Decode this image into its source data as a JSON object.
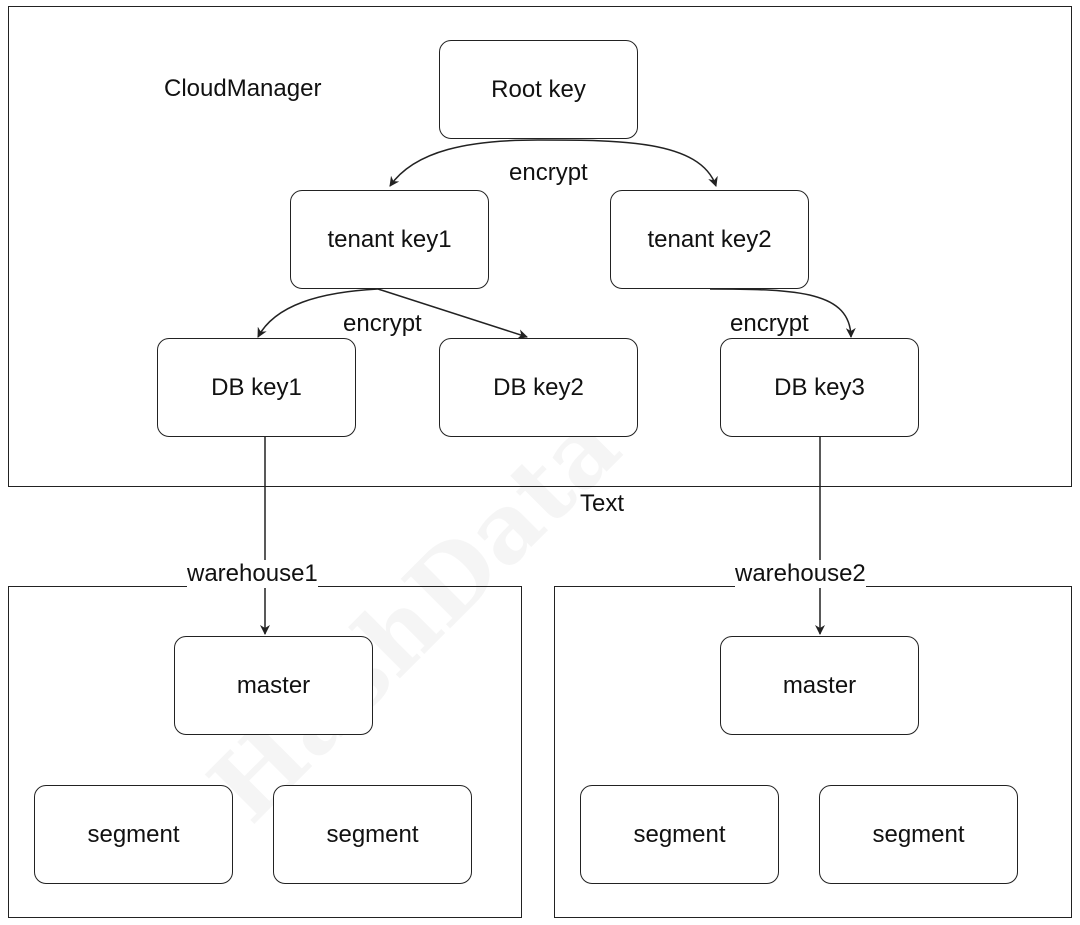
{
  "title": "CloudManager",
  "root_key": "Root key",
  "tenant_keys": [
    "tenant key1",
    "tenant key2"
  ],
  "db_keys": [
    "DB key1",
    "DB key2",
    "DB key3"
  ],
  "encrypt_labels": [
    "encrypt",
    "encrypt",
    "encrypt"
  ],
  "text_label": "Text",
  "warehouses": [
    {
      "name": "warehouse1",
      "master": "master",
      "segments": [
        "segment",
        "segment"
      ]
    },
    {
      "name": "warehouse2",
      "master": "master",
      "segments": [
        "segment",
        "segment"
      ]
    }
  ],
  "watermark": "HashData",
  "colors": {
    "line": "#222222",
    "background": "#ffffff"
  }
}
